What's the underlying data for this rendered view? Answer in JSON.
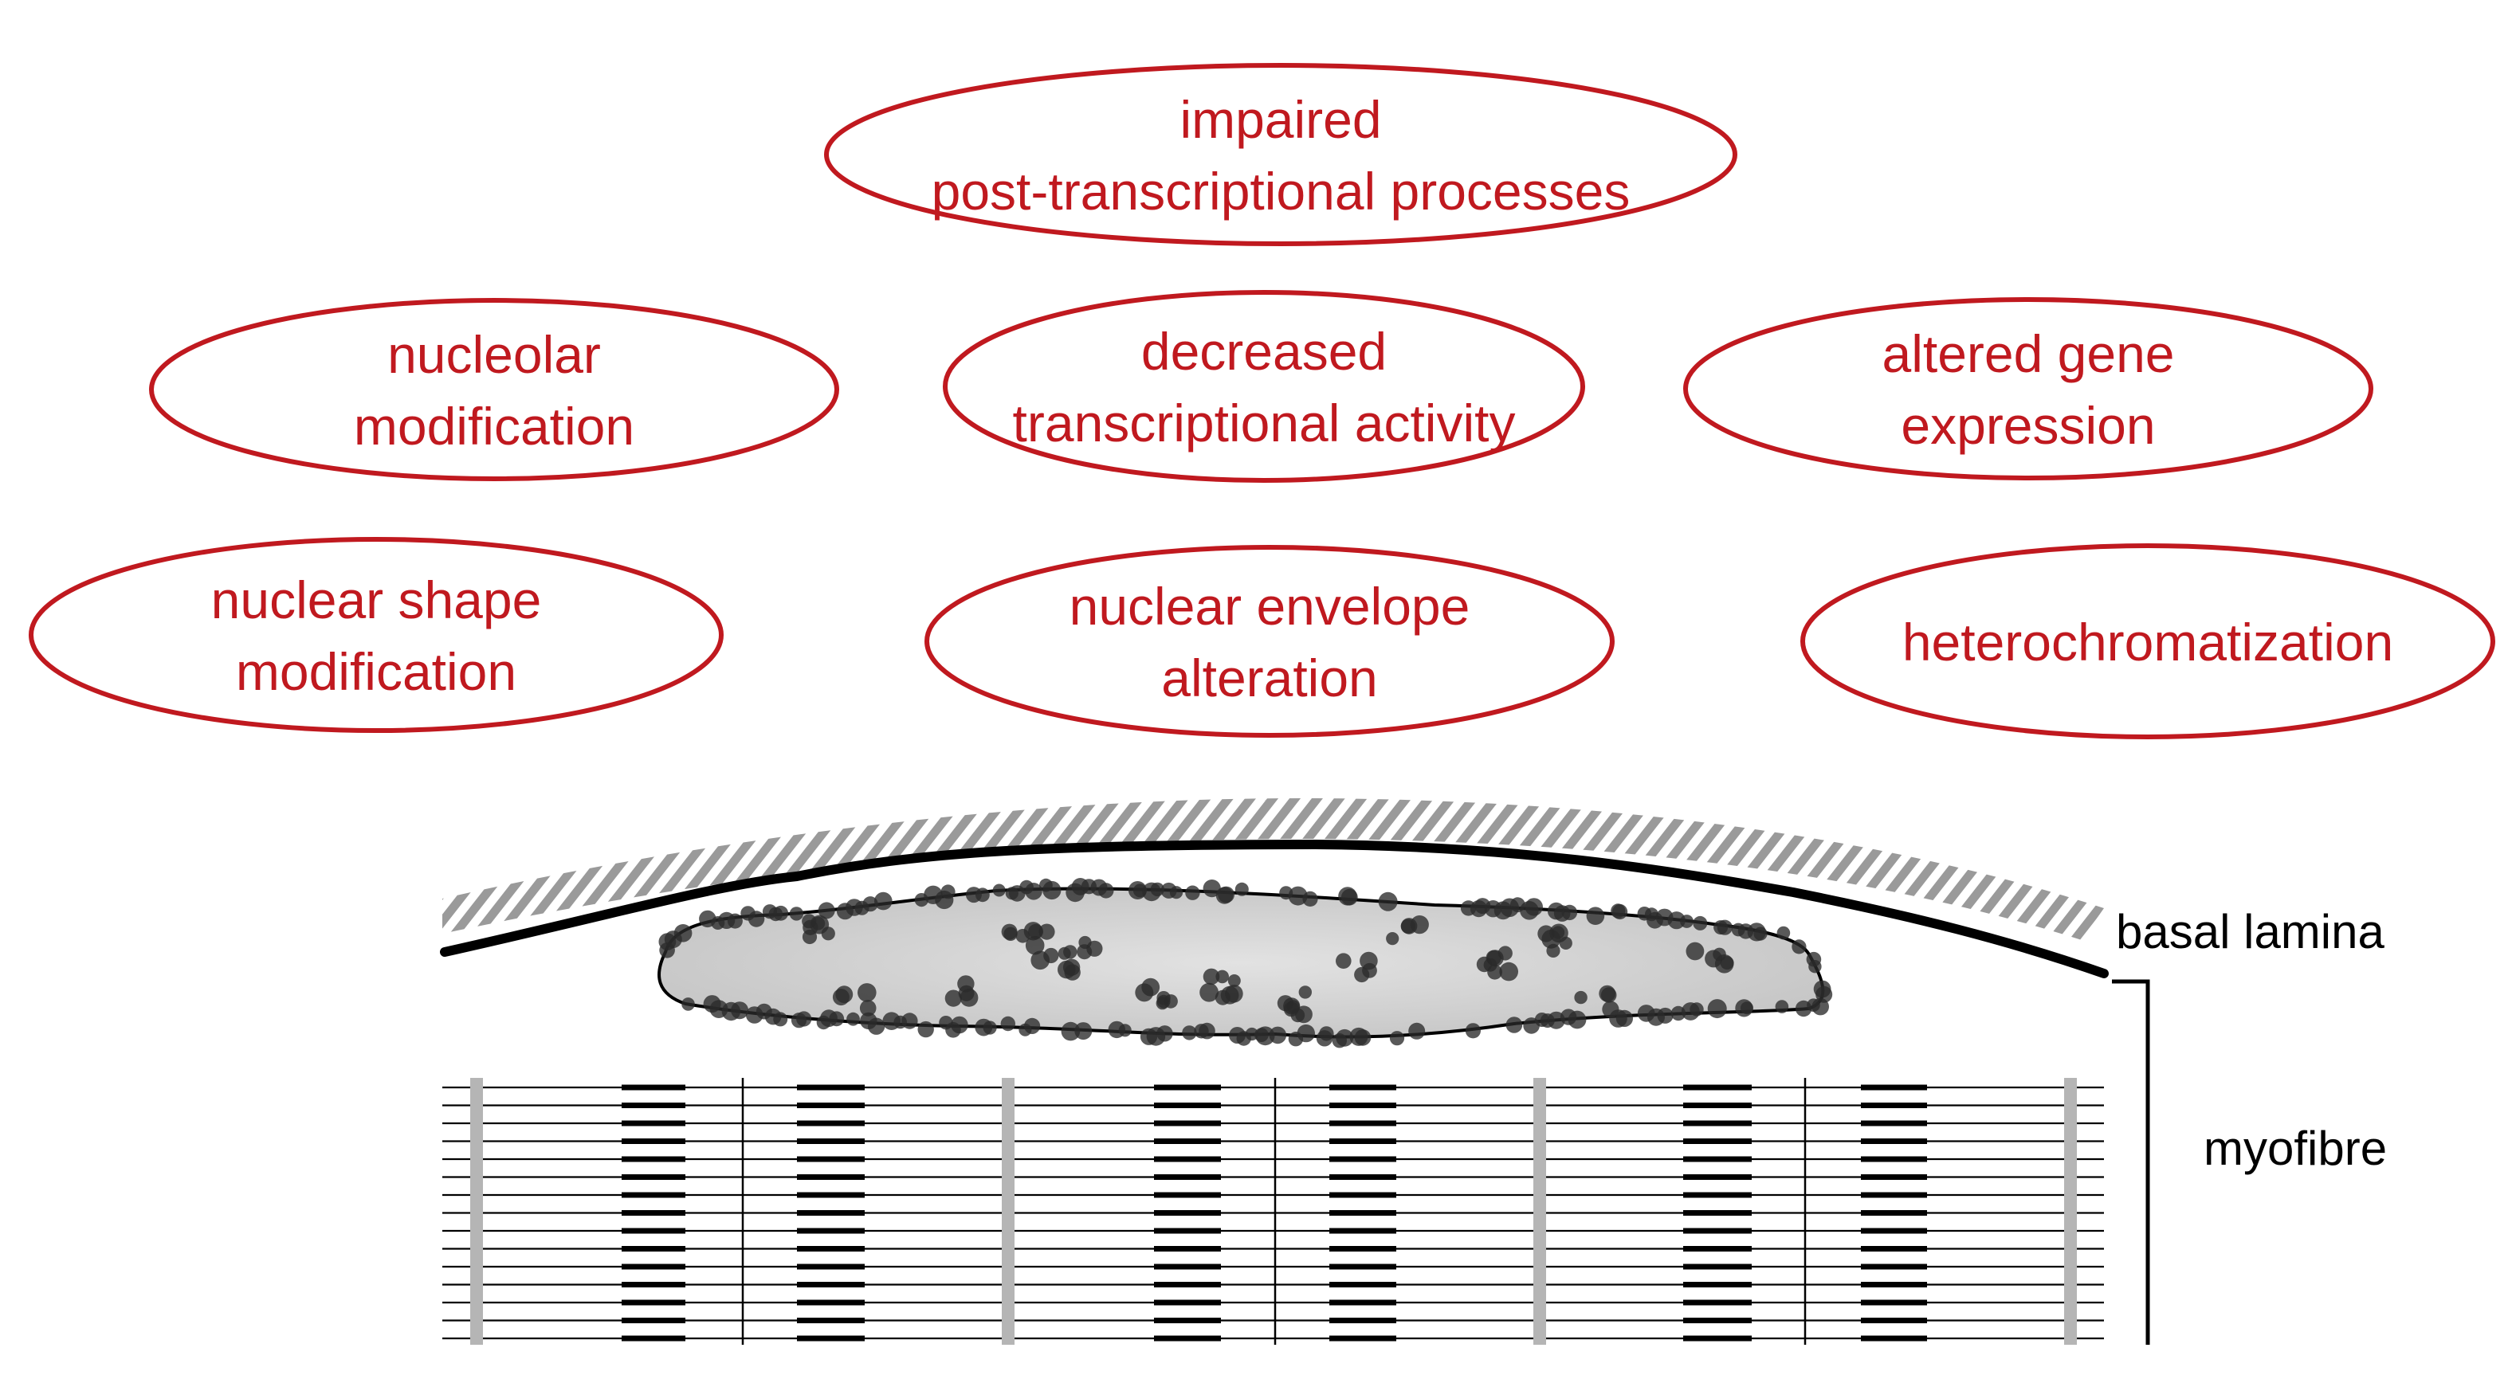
{
  "colors": {
    "label_red": "#c0191f",
    "ink": "#000000",
    "lamina_hatch_gray": "#9a9a9a",
    "nucleus_fill_gray": "#d2d2d2",
    "z_line_gray": "#b5b5b5"
  },
  "effects": [
    {
      "id": "post-transcriptional",
      "lines": [
        "impaired",
        "post-transcriptional  processes"
      ]
    },
    {
      "id": "nucleolar",
      "lines": [
        "nucleolar",
        "modification"
      ]
    },
    {
      "id": "transcriptional-activity",
      "lines": [
        "decreased",
        "transcriptional activity"
      ]
    },
    {
      "id": "gene-expression",
      "lines": [
        "altered  gene",
        "expression"
      ]
    },
    {
      "id": "nuclear-shape",
      "lines": [
        "nuclear shape",
        "modification"
      ]
    },
    {
      "id": "nuclear-envelope",
      "lines": [
        "nuclear envelope",
        "alteration"
      ]
    },
    {
      "id": "heterochromatization",
      "lines": [
        "heterochromatization"
      ]
    }
  ],
  "labels": {
    "basal_lamina": "basal lamina",
    "myofibre": "myofibre"
  }
}
